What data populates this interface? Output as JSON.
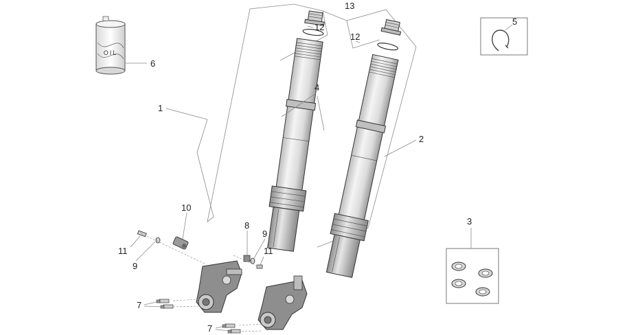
{
  "callouts": {
    "c1": "1",
    "c2": "2",
    "c3": "3",
    "c4": "4",
    "c5": "5",
    "c6": "6",
    "c7a": "7",
    "c7b": "7",
    "c8": "8",
    "c9a": "9",
    "c9b": "9",
    "c10": "10",
    "c11a": "11",
    "c11b": "11",
    "c12a": "12",
    "c12b": "12",
    "c13": "13"
  },
  "oil_can": {
    "label": "OIL"
  },
  "colors": {
    "line": "#8a8a8a",
    "stroke": "#333333",
    "tube_light": "#f2f2f2",
    "tube_dark": "#b5b5b5"
  }
}
